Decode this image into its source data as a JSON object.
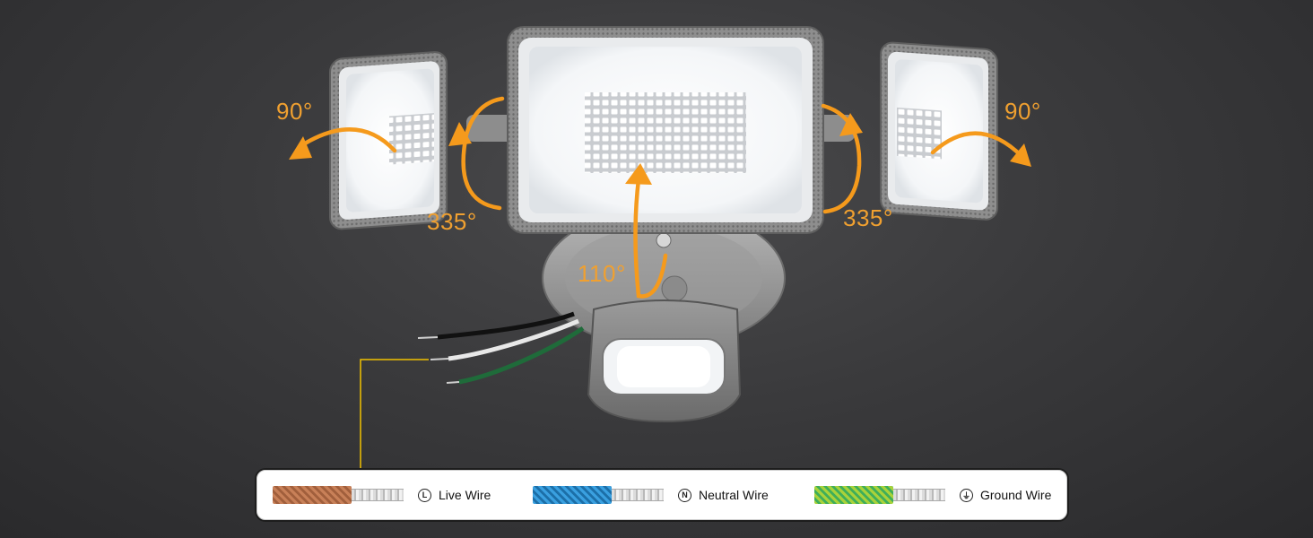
{
  "angles": {
    "left_horizontal": "90°",
    "left_vertical": "335°",
    "right_horizontal": "90°",
    "right_vertical": "335°",
    "center_vertical": "110°"
  },
  "legend": {
    "items": [
      {
        "label": "Live Wire",
        "symbol": "L",
        "insulation": "copper-braid",
        "color": "#b8704a"
      },
      {
        "label": "Neutral Wire",
        "symbol": "N",
        "insulation": "blue-braid",
        "color": "#2f8fcf"
      },
      {
        "label": "Ground Wire",
        "symbol": "⏚",
        "insulation": "yellow-green",
        "color": "#8fc23a"
      }
    ]
  },
  "colors": {
    "accent_arrow": "#f59a1c",
    "callout_line": "#f2c200",
    "housing": "#8a8a8a",
    "led": "#ffffff"
  }
}
